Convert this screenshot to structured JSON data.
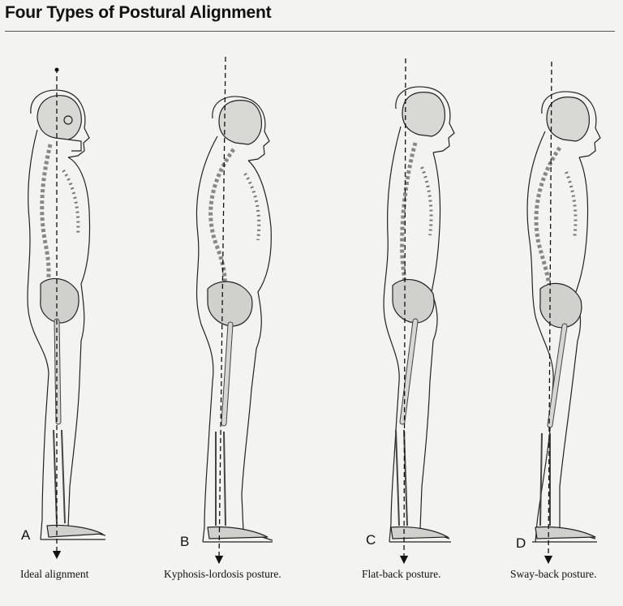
{
  "title": "Four Types of Postural Alignment",
  "figures": [
    {
      "letter": "A",
      "caption": "Ideal alignment"
    },
    {
      "letter": "B",
      "caption": "Kyphosis-lordosis posture."
    },
    {
      "letter": "C",
      "caption": "Flat-back posture."
    },
    {
      "letter": "D",
      "caption": "Sway-back posture."
    }
  ],
  "colors": {
    "background": "#f3f3f1",
    "ink": "#1a1a1a",
    "bone": "#cfcfcc"
  }
}
